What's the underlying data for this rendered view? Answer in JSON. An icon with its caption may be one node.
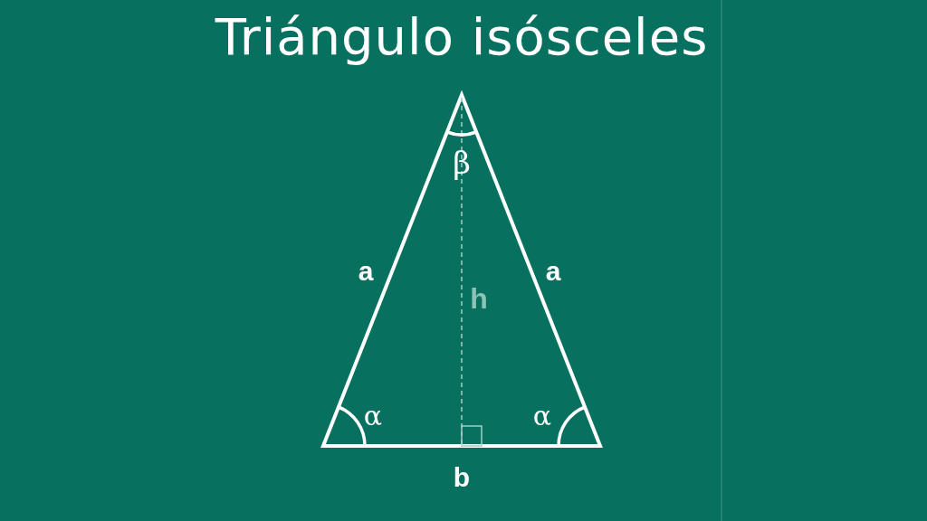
{
  "diagram": {
    "title": "Triángulo isósceles",
    "labels": [
      "β",
      "a",
      "a",
      "h",
      "α",
      "α",
      "b"
    ]
  }
}
